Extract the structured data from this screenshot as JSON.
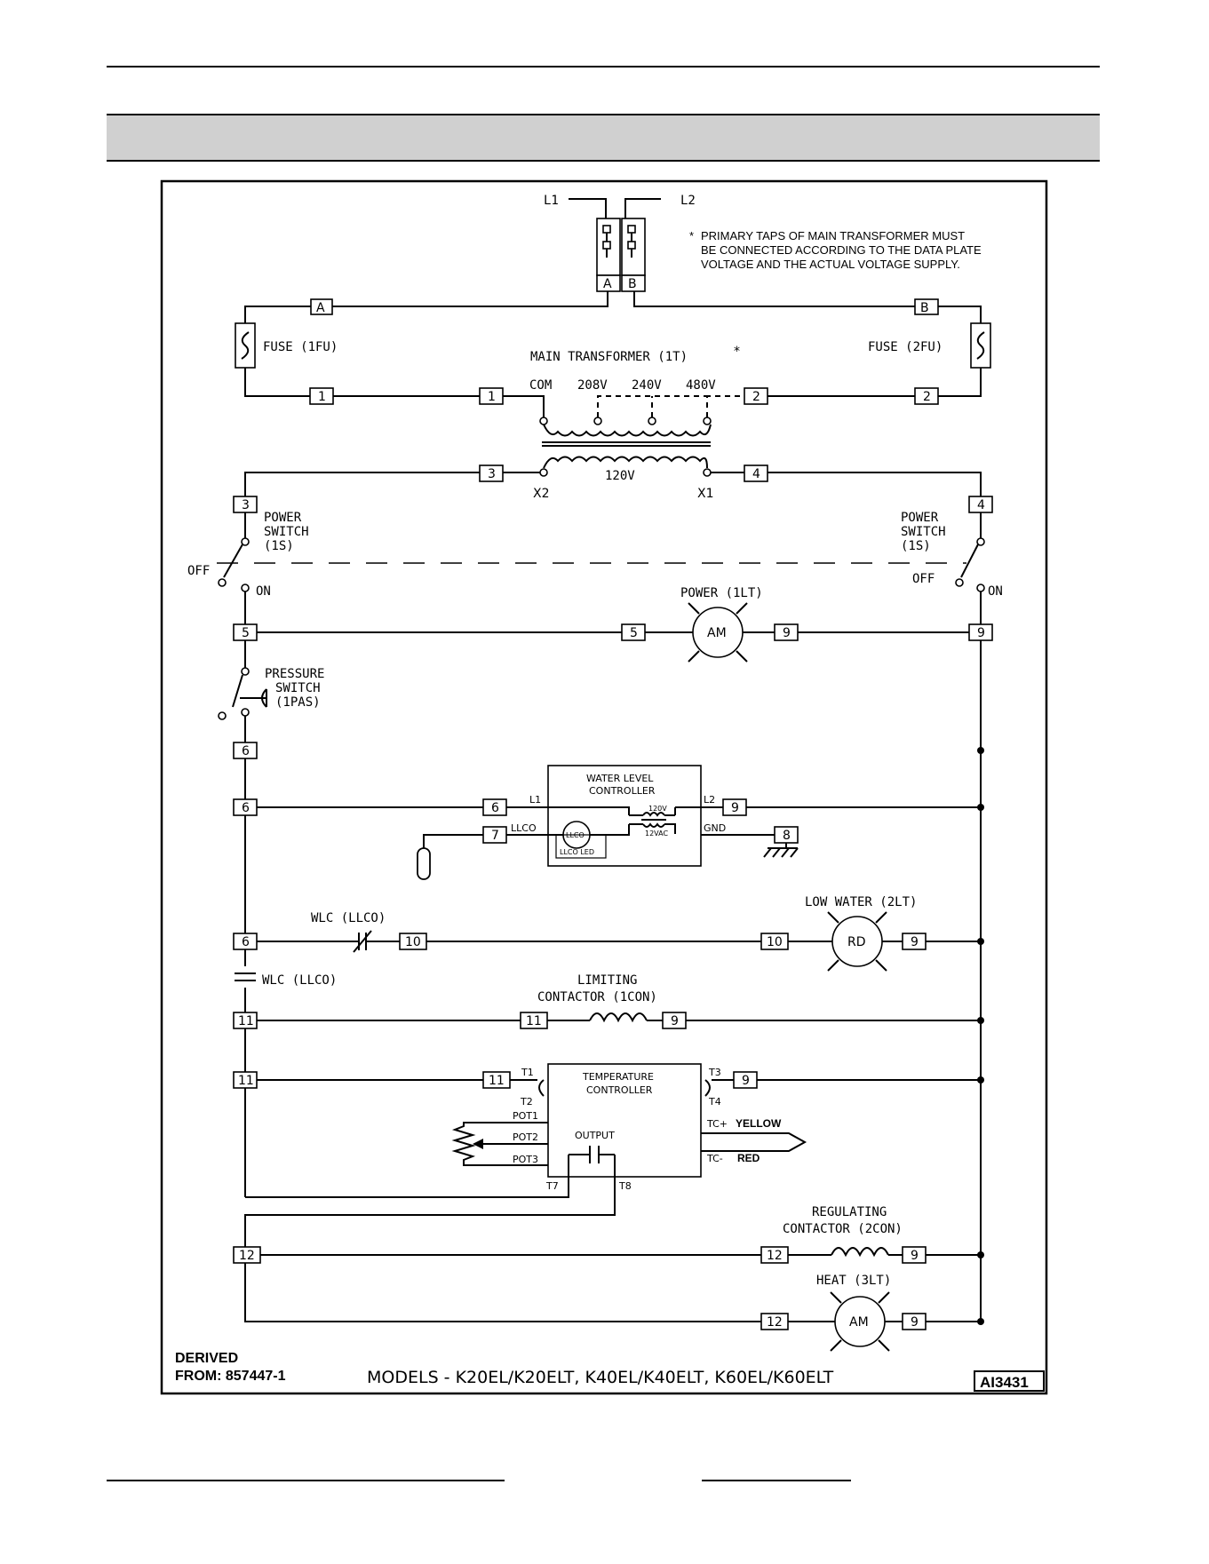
{
  "diagram": {
    "supply": {
      "l1": "L1",
      "l2": "L2",
      "term_a": "A",
      "term_b": "B"
    },
    "note": {
      "asterisk": "*",
      "line1": "PRIMARY TAPS OF MAIN TRANSFORMER MUST",
      "line2": "BE CONNECTED ACCORDING TO THE DATA PLATE",
      "line3": "VOLTAGE AND THE ACTUAL VOLTAGE SUPPLY."
    },
    "fuse1": "FUSE (1FU)",
    "fuse2": "FUSE (2FU)",
    "transformer": {
      "title": "MAIN TRANSFORMER (1T)",
      "star": "*",
      "taps": [
        "COM",
        "208V",
        "240V",
        "480V"
      ],
      "secondary": "120V",
      "x2": "X2",
      "x1": "X1"
    },
    "power_switch": {
      "line1": "POWER",
      "line2": "SWITCH",
      "line3": "(1S)",
      "off": "OFF",
      "on": "ON"
    },
    "power_light": {
      "label": "POWER (1LT)",
      "code": "AM"
    },
    "pressure_switch": {
      "line1": "PRESSURE",
      "line2": "SWITCH",
      "line3": "(1PAS)"
    },
    "wlc_box": {
      "line1": "WATER LEVEL",
      "line2": "CONTROLLER",
      "l1": "L1",
      "l2": "L2",
      "llco": "LLCO",
      "gnd": "GND",
      "v120": "120V",
      "v12": "12VAC",
      "llco_inner": "LLCO",
      "llco_led": "LLCO LED"
    },
    "wlc_contact_nc": "WLC (LLCO)",
    "wlc_contact_no": "WLC (LLCO)",
    "low_water": {
      "label": "LOW WATER (2LT)",
      "code": "RD"
    },
    "limiting": {
      "line1": "LIMITING",
      "line2": "CONTACTOR (1CON)"
    },
    "temp_ctrl": {
      "line1": "TEMPERATURE",
      "line2": "CONTROLLER",
      "t1": "T1",
      "t2": "T2",
      "t3": "T3",
      "t4": "T4",
      "pot1": "POT1",
      "pot2": "POT2",
      "pot3": "POT3",
      "output": "OUTPUT",
      "t7": "T7",
      "t8": "T8",
      "tcp": "TC+",
      "tcm": "TC-",
      "yellow": "YELLOW",
      "red": "RED"
    },
    "regulating": {
      "line1": "REGULATING",
      "line2": "CONTACTOR (2CON)"
    },
    "heat_light": {
      "label": "HEAT (3LT)",
      "code": "AM"
    },
    "wires": {
      "a": "A",
      "b": "B",
      "w1": "1",
      "w2": "2",
      "w3": "3",
      "w4": "4",
      "w5": "5",
      "w6": "6",
      "w7": "7",
      "w8": "8",
      "w9": "9",
      "w10": "10",
      "w11": "11",
      "w12": "12"
    },
    "footer": {
      "derived1": "DERIVED",
      "derived2": "FROM: 857447-1",
      "models": "MODELS - K20EL/K20ELT, K40EL/K40ELT, K60EL/K60ELT",
      "id": "AI3431"
    }
  }
}
